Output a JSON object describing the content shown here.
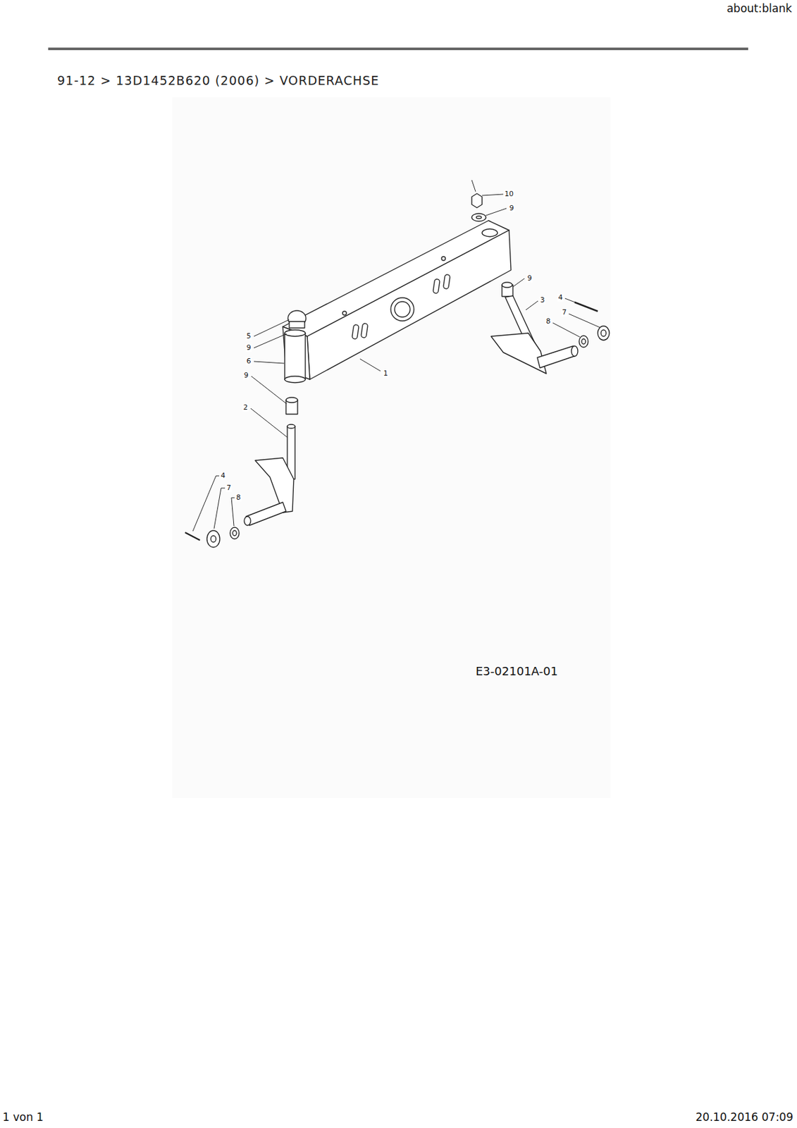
{
  "diagram": {
    "title": "91-12 > 13D1452B620 (2006) > VORDERACHSE",
    "labels": [
      "about:blank",
      "10",
      "9",
      "9",
      "3",
      "4",
      "7",
      "8",
      "5",
      "9",
      "6",
      "1",
      "9",
      "2",
      "4",
      "7",
      "8",
      "E3-02101A-01",
      "1 von 1",
      "20.10.2016 07:09"
    ]
  }
}
